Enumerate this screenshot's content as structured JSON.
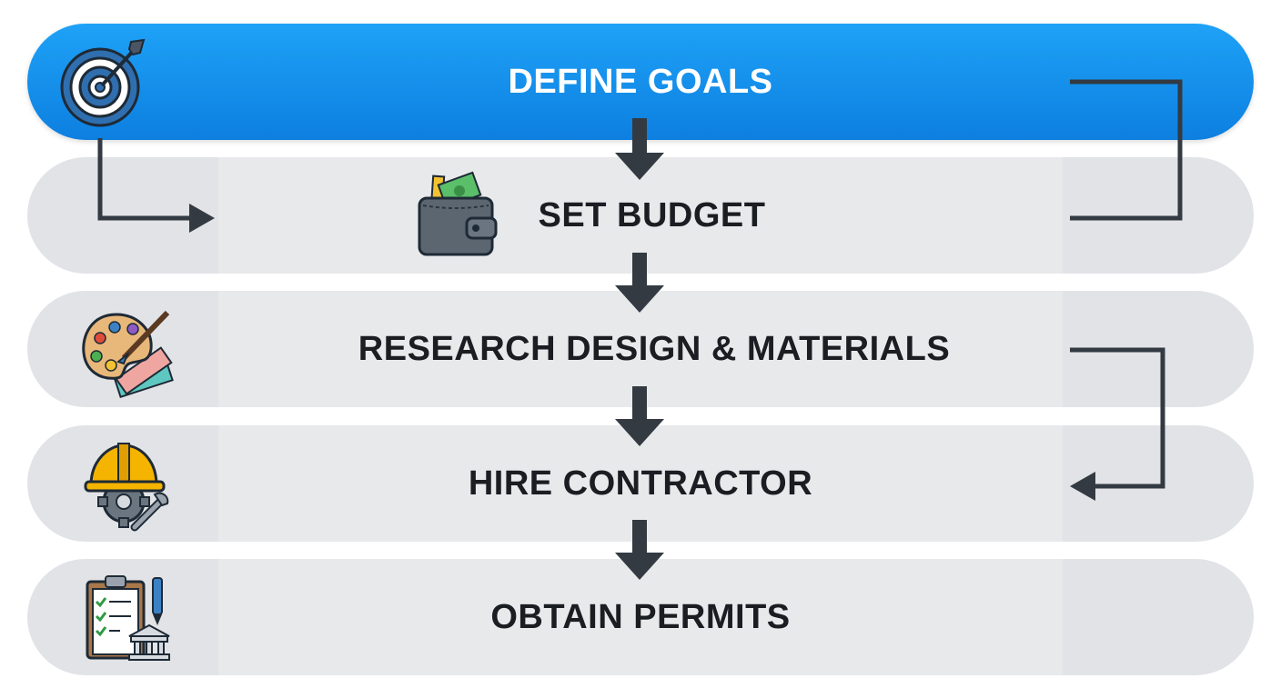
{
  "steps": [
    {
      "label": "DEFINE GOALS",
      "icon": "target-icon",
      "active": true
    },
    {
      "label": "SET BUDGET",
      "icon": "wallet-icon",
      "active": false
    },
    {
      "label": "RESEARCH DESIGN & MATERIALS",
      "icon": "palette-icon",
      "active": false
    },
    {
      "label": "HIRE CONTRACTOR",
      "icon": "hardhat-icon",
      "active": false
    },
    {
      "label": "OBTAIN PERMITS",
      "icon": "clipboard-icon",
      "active": false
    }
  ],
  "colors": {
    "active": "#1591ec",
    "inactive": "#e1e3e6",
    "arrow": "#333a42"
  }
}
